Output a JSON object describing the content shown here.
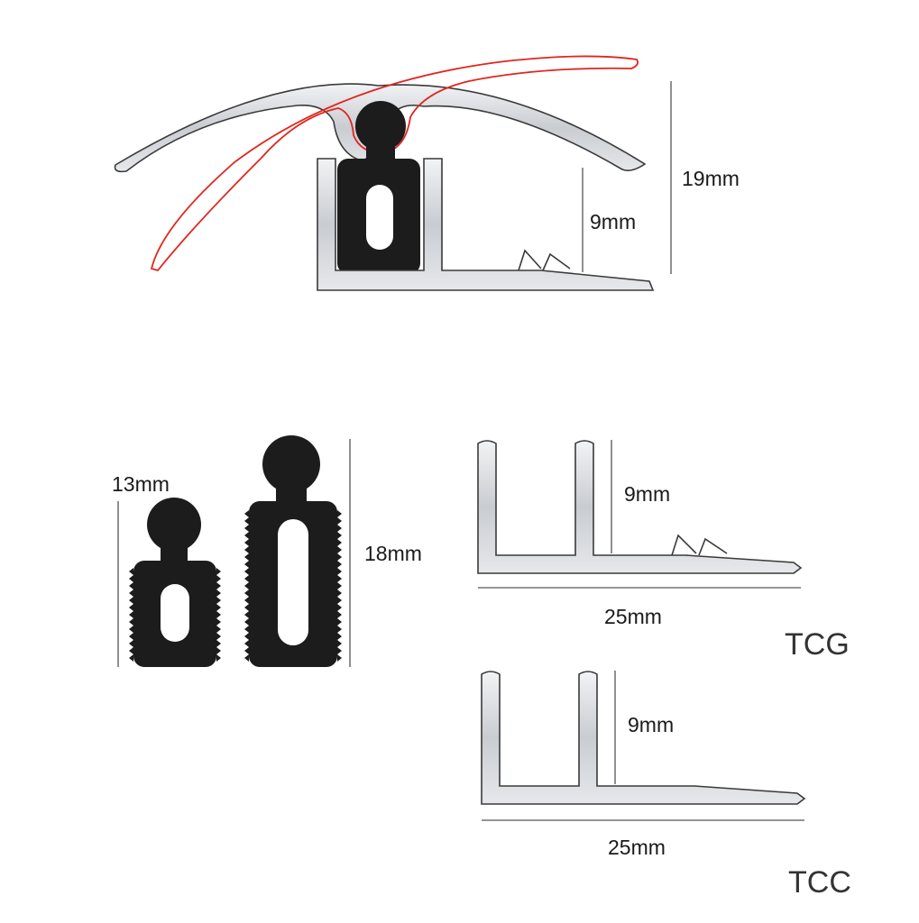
{
  "assembly": {
    "height_total": "19mm",
    "height_base": "9mm"
  },
  "inserts": {
    "small_height": "13mm",
    "large_height": "18mm"
  },
  "profile_tcg": {
    "height": "9mm",
    "width": "25mm",
    "code": "TCG"
  },
  "profile_tcc": {
    "height": "9mm",
    "width": "25mm",
    "code": "TCC"
  },
  "colors": {
    "metal_fill": "#d4d6da",
    "metal_stroke": "#3a3a3a",
    "insert_fill": "#1c1c1c",
    "flex_outline": "#e0261f",
    "dim_line": "#555555"
  }
}
